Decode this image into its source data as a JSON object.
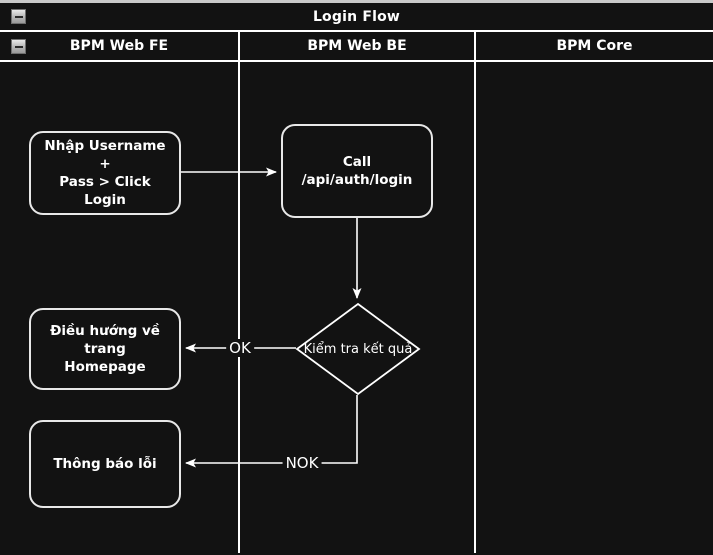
{
  "diagram": {
    "title": "Login Flow",
    "collapse_icon": "minus-icon",
    "colors": {
      "background": "#121212",
      "stroke": "#ffffff",
      "text": "#ffffff",
      "top_strip": "#c9c9c9"
    },
    "lanes": [
      {
        "id": "fe",
        "label": "BPM Web FE"
      },
      {
        "id": "be",
        "label": "BPM Web BE"
      },
      {
        "id": "core",
        "label": "BPM Core"
      }
    ],
    "nodes": [
      {
        "id": "n1",
        "lane": "fe",
        "type": "process",
        "label": "Nhập Username +\nPass > Click Login"
      },
      {
        "id": "n2",
        "lane": "be",
        "type": "process",
        "label": "Call /api/auth/login"
      },
      {
        "id": "n3",
        "lane": "be",
        "type": "decision",
        "label": "Kiểm tra kết quả"
      },
      {
        "id": "n4",
        "lane": "fe",
        "type": "process",
        "label": "Điều hướng về trang\nHomepage"
      },
      {
        "id": "n5",
        "lane": "fe",
        "type": "process",
        "label": "Thông báo lỗi"
      }
    ],
    "edges": [
      {
        "from": "n1",
        "to": "n2",
        "label": ""
      },
      {
        "from": "n2",
        "to": "n3",
        "label": ""
      },
      {
        "from": "n3",
        "to": "n4",
        "label": "OK"
      },
      {
        "from": "n3",
        "to": "n5",
        "label": "NOK"
      }
    ]
  }
}
